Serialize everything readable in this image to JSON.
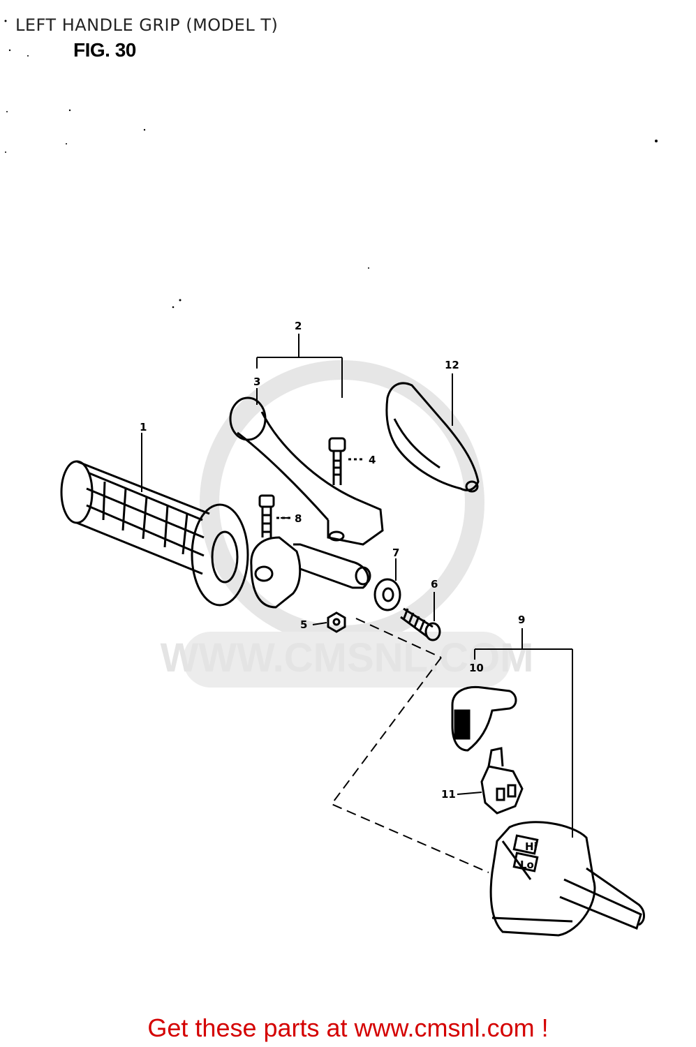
{
  "page": {
    "title": "LEFT HANDLE GRIP (MODEL T)",
    "figure_label": "FIG. 30"
  },
  "watermark": {
    "text": "WWW.CMSNL.COM",
    "color": "#e4e4e4"
  },
  "callouts": {
    "c1": "1",
    "c2": "2",
    "c3": "3",
    "c4": "4",
    "c5": "5",
    "c6": "6",
    "c7": "7",
    "c8": "8",
    "c9": "9",
    "c10": "10",
    "c11": "11",
    "c12": "12"
  },
  "switch_labels": {
    "hi": "Hi",
    "lo": "Lo"
  },
  "footer": {
    "link_text": "Get these parts at www.cmsnl.com !",
    "color": "#d40000"
  }
}
